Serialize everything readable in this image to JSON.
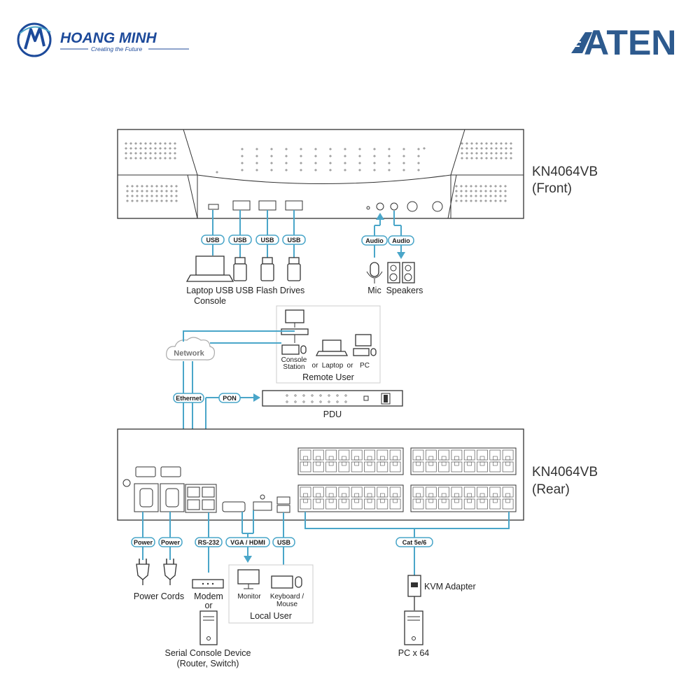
{
  "branding": {
    "company": "HOANG MINH",
    "tagline": "Creating the Future",
    "brand": "ATEN",
    "brand_color": "#2d5a8e",
    "company_color": "#1d4a9a"
  },
  "colors": {
    "cable": "#4aa6c9",
    "outline": "#333333"
  },
  "front": {
    "model": "KN4064VB",
    "view": "(Front)"
  },
  "rear": {
    "model": "KN4064VB",
    "view": "(Rear)"
  },
  "badges": {
    "usb": "USB",
    "audio": "Audio",
    "ethernet": "Ethernet",
    "pon": "PON",
    "power": "Power",
    "rs232": "RS-232",
    "vga_hdmi": "VGA / HDMI",
    "cat": "Cat 5e/6"
  },
  "labels": {
    "laptop_usb_console_1": "Laptop USB",
    "laptop_usb_console_2": "Console",
    "usb_flash_drives": "USB Flash Drives",
    "mic": "Mic",
    "speakers": "Speakers",
    "network": "Network",
    "console_station_1": "Console",
    "console_station_2": "Station",
    "or": "or",
    "laptop": "Laptop",
    "pc": "PC",
    "remote_user": "Remote User",
    "pdu": "PDU",
    "power_cords": "Power Cords",
    "modem": "Modem",
    "serial_device_1": "Serial Console Device",
    "serial_device_2": "(Router, Switch)",
    "monitor": "Monitor",
    "keyboard_mouse_1": "Keyboard /",
    "keyboard_mouse_2": "Mouse",
    "local_user": "Local User",
    "kvm_adapter": "KVM Adapter",
    "pc_x64": "PC x 64"
  },
  "icons": [
    "hoang-minh-logo",
    "aten-logo",
    "laptop-icon",
    "usb-flash-drive-icon",
    "microphone-icon",
    "speakers-icon",
    "cloud-icon",
    "monitor-icon",
    "keyboard-icon",
    "mouse-icon",
    "pc-tower-icon",
    "power-plug-icon",
    "modem-icon",
    "kvm-adapter-icon",
    "rj45-port-icon"
  ]
}
